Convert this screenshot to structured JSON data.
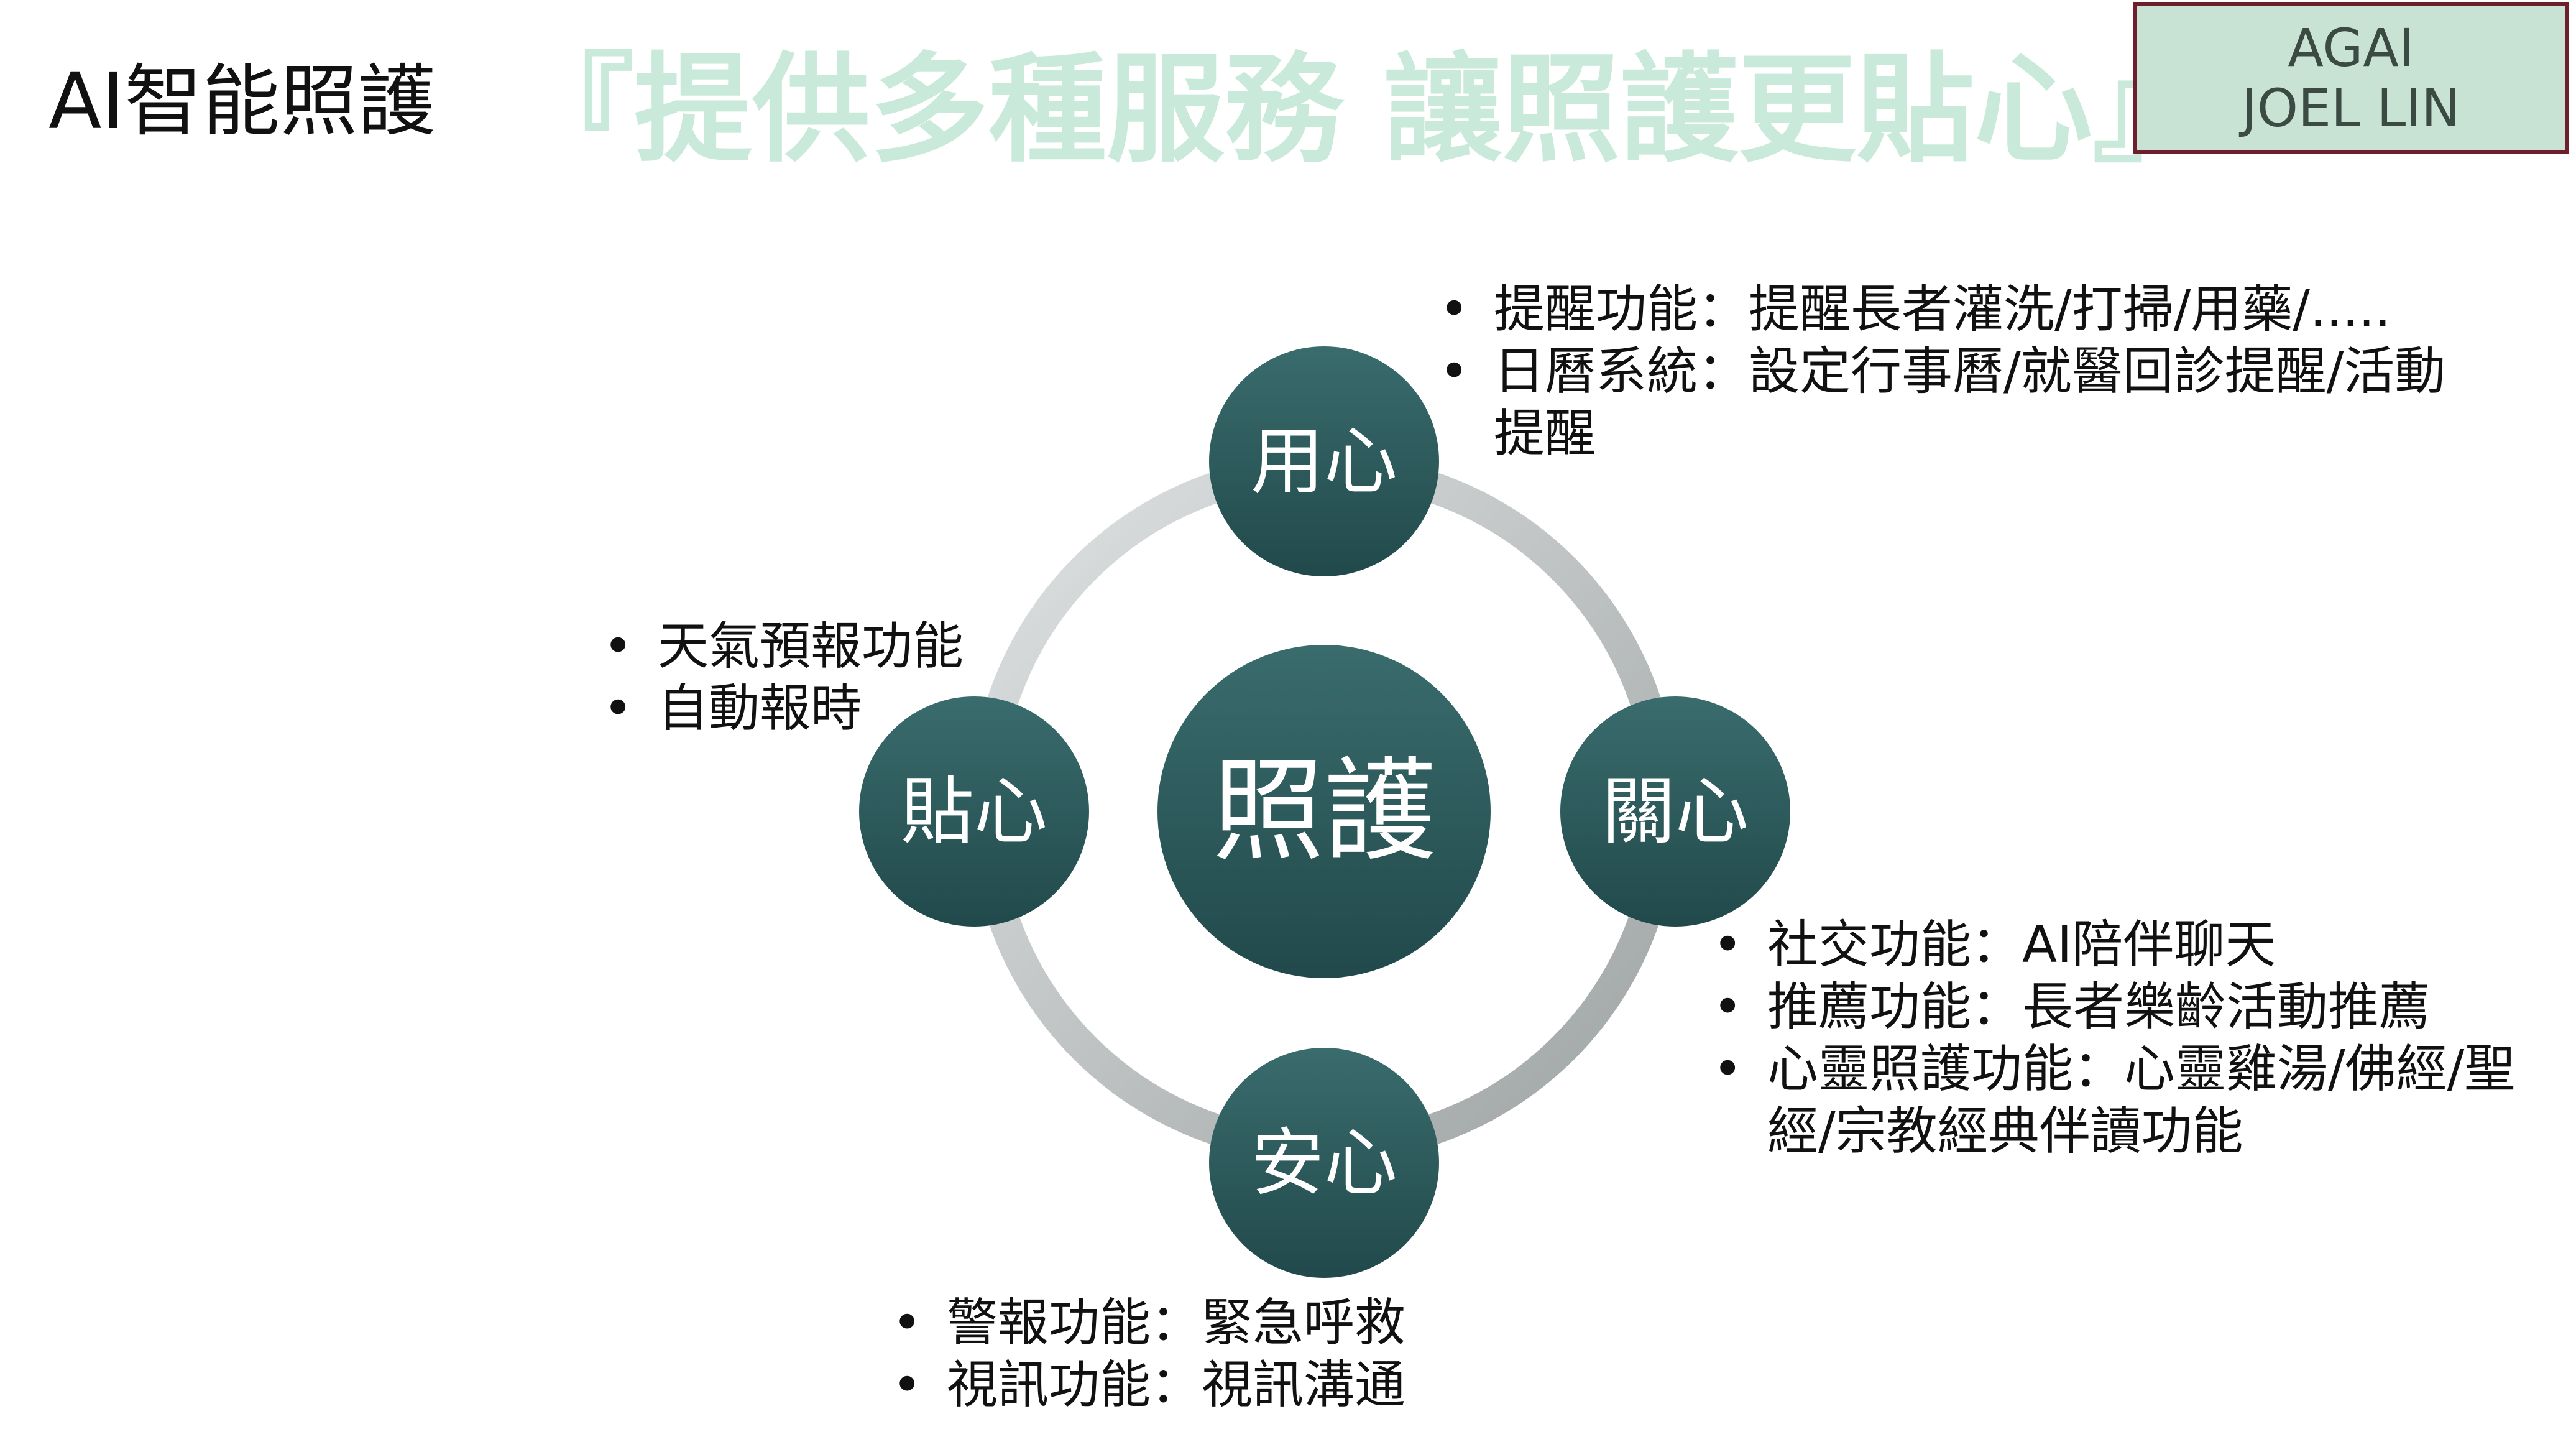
{
  "header": {
    "title": "AI智能照護",
    "slogan": "『提供多種服務  讓照護更貼心』",
    "author_line1": "AGAI",
    "author_line2": "JOEL LIN"
  },
  "colors": {
    "slogan": "#c9eadb",
    "node_fill": "#2e5a5c",
    "ring": "#c3c6c6",
    "author_box": "#c8e3d4",
    "author_border": "#6d1f2b"
  },
  "diagram": {
    "center": "照護",
    "nodes": {
      "top": "用心",
      "right": "關心",
      "bottom": "安心",
      "left": "貼心"
    },
    "notes": {
      "top": [
        "提醒功能：提醒長者灌洗/打掃/用藥/.....",
        "日曆系統：設定行事曆/就醫回診提醒/活動提醒"
      ],
      "left": [
        "天氣預報功能",
        "自動報時"
      ],
      "right": [
        "社交功能：AI陪伴聊天",
        "推薦功能：長者樂齡活動推薦",
        "心靈照護功能：心靈雞湯/佛經/聖經/宗教經典伴讀功能"
      ],
      "bottom": [
        "警報功能：緊急呼救",
        "視訊功能：視訊溝通"
      ]
    }
  }
}
